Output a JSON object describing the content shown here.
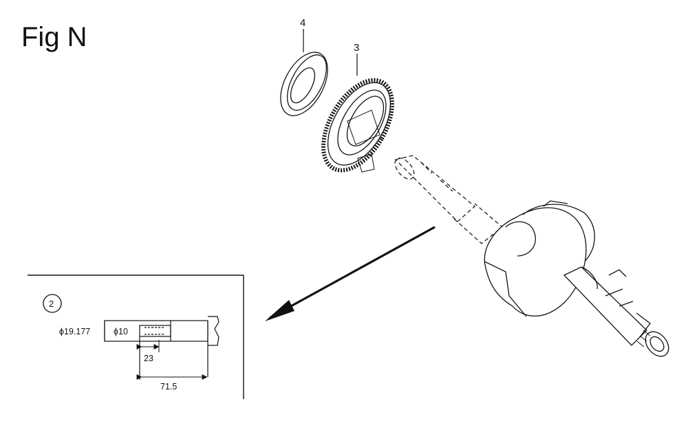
{
  "figure": {
    "title": "Fig N",
    "callouts": {
      "washer": "4",
      "gear": "3"
    },
    "inset": {
      "callout": "2",
      "dimensions": {
        "outer_diameter": "ϕ19.177",
        "inner_diameter": "ϕ10",
        "length_short": "23",
        "length_long": "71.5"
      }
    }
  },
  "colors": {
    "ink": "#111111",
    "background": "#ffffff"
  }
}
